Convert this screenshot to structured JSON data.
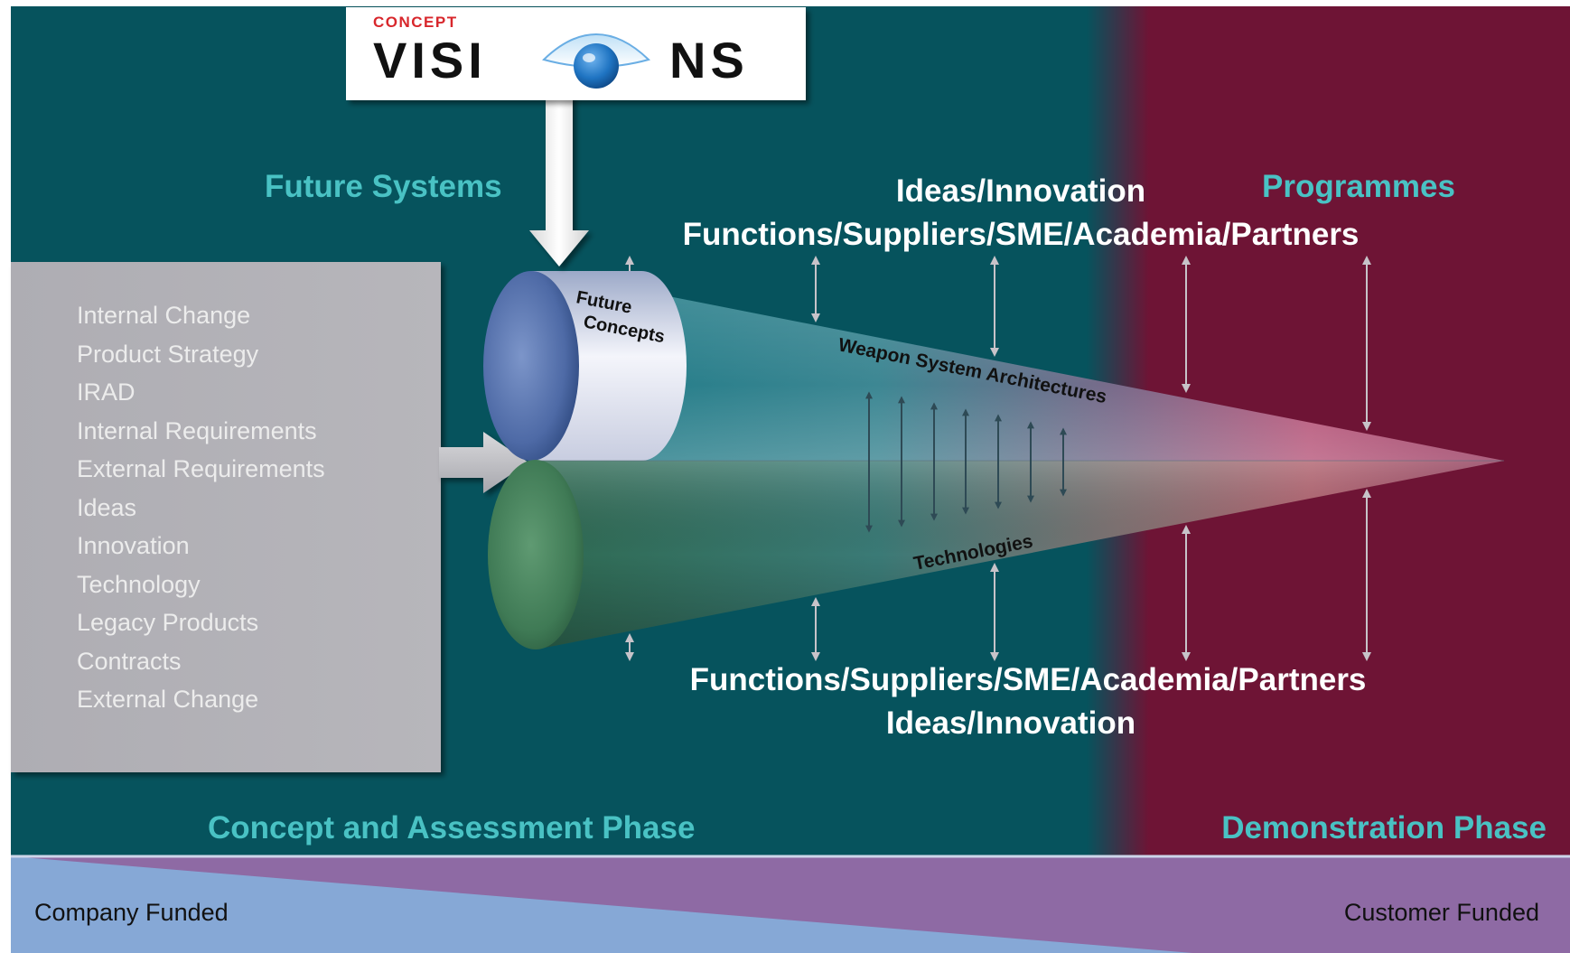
{
  "logo": {
    "small_text": "CONCEPT",
    "main_left": "VISI",
    "main_right": "NS"
  },
  "headings": {
    "future_systems": "Future Systems",
    "programmes": "Programmes",
    "top_ideas": "Ideas/Innovation",
    "top_functions": "Functions/Suppliers/SME/Academia/Partners",
    "bottom_functions": "Functions/Suppliers/SME/Academia/Partners",
    "bottom_ideas": "Ideas/Innovation"
  },
  "inputs": [
    "Internal Change",
    "Product Strategy",
    "IRAD",
    "Internal Requirements",
    "External Requirements",
    "Ideas",
    "Innovation",
    "Technology",
    "Legacy Products",
    "Contracts",
    "External Change"
  ],
  "cone": {
    "cap_line1": "Future",
    "cap_line2": "Concepts",
    "upper_label": "Weapon System Architectures",
    "lower_label": "Technologies"
  },
  "phases": {
    "left": "Concept and Assessment Phase",
    "right": "Demonstration Phase"
  },
  "funding": {
    "left": "Company Funded",
    "right": "Customer Funded"
  },
  "colors": {
    "teal_background": "#06535d",
    "maroon_background": "#6e1435",
    "heading_teal": "#49c2c4",
    "company_funded": "#86a8d6",
    "customer_funded": "#8e6aa4",
    "input_panel": "#b4b3b8",
    "logo_red": "#d8272c",
    "logo_blue": "#1f74c2"
  }
}
